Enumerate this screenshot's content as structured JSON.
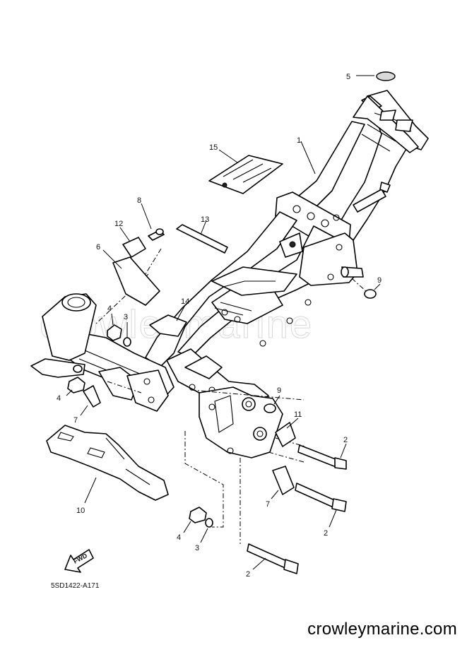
{
  "diagram": {
    "code": "5SD1422-A171",
    "watermark": "crowleymarine",
    "site_url": "crowleymarine.com",
    "forward_label": "FWD",
    "callouts": {
      "c1": "1",
      "c2a": "2",
      "c2b": "2",
      "c2c": "2",
      "c3a": "3",
      "c3b": "3",
      "c4a": "4",
      "c4b": "4",
      "c4c": "4",
      "c5": "5",
      "c6": "6",
      "c7a": "7",
      "c7b": "7",
      "c8": "8",
      "c9a": "9",
      "c9b": "9",
      "c10": "10",
      "c11": "11",
      "c12": "12",
      "c13": "13",
      "c14": "14",
      "c15": "15"
    }
  }
}
